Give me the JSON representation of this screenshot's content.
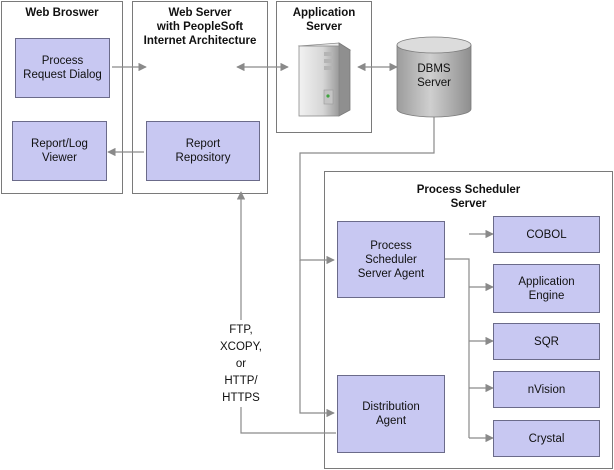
{
  "web_browser": {
    "title": "Web Broswer",
    "process_request_dialog": "Process\nRequest Dialog",
    "report_log_viewer": "Report/Log\nViewer"
  },
  "web_server": {
    "title": "Web Server\nwith PeopleSoft\nInternet Architecture",
    "report_repository": "Report\nRepository"
  },
  "application_server": {
    "title": "Application\nServer"
  },
  "dbms": {
    "label": "DBMS\nServer"
  },
  "process_scheduler": {
    "title": "Process Scheduler\nServer",
    "server_agent": "Process\nScheduler\nServer Agent",
    "distribution_agent": "Distribution\nAgent",
    "engines": [
      "COBOL",
      "Application\nEngine",
      "SQR",
      "nVision",
      "Crystal"
    ]
  },
  "transfer_label": "FTP,\nXCOPY,\nor\nHTTP/\nHTTPS",
  "colors": {
    "box_fill": "#c8c8f2",
    "border": "#7a7a7a",
    "connector": "#8a8a8a",
    "dbms_fill": "#b8b8b8"
  }
}
